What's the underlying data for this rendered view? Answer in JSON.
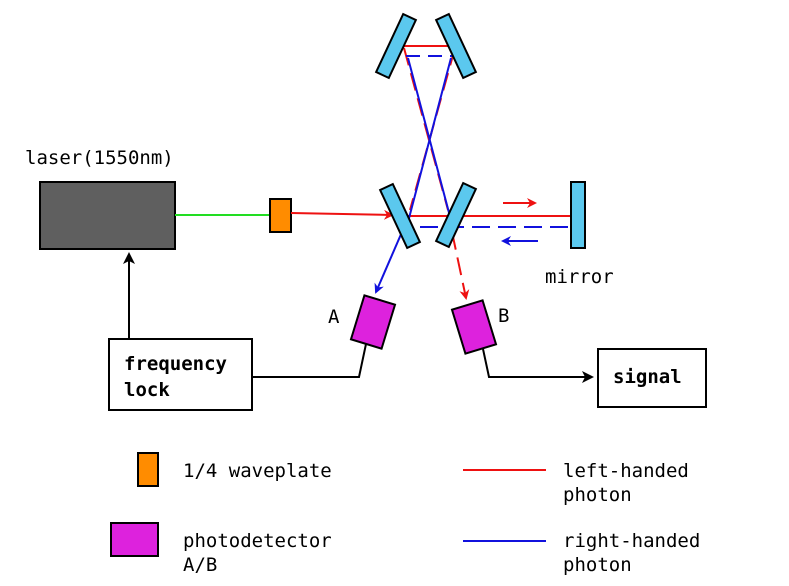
{
  "labels": {
    "laser": "laser(1550nm)",
    "mirror": "mirror",
    "detector_a": "A",
    "detector_b": "B",
    "frequency_lock_line1": "frequency",
    "frequency_lock_line2": "lock",
    "signal": "signal"
  },
  "legend": {
    "waveplate": "1/4 waveplate",
    "photodetector_line1": "photodetector",
    "photodetector_line2": "A/B",
    "left_handed_line1": "left-handed",
    "left_handed_line2": "photon",
    "right_handed_line1": "right-handed",
    "right_handed_line2": "photon"
  },
  "colors": {
    "laser_body": "#5f5f5f",
    "mirror_fill": "#5bc8ee",
    "waveplate_fill": "#ff8c00",
    "detector_fill": "#dd22dd",
    "left_handed": "#ee1111",
    "right_handed": "#1111dd",
    "laser_beam": "#22dd22"
  }
}
